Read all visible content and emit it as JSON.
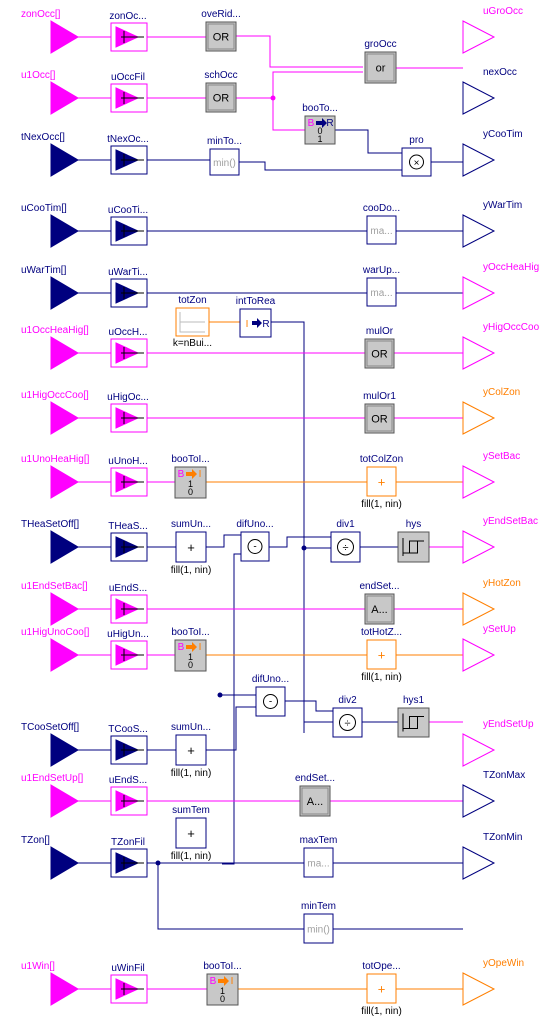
{
  "colors": {
    "boolean": "#ff00ff",
    "real": "#00007f",
    "integer": "#ff7f00",
    "block_gray": "#c8c8c8",
    "muted_text": "#a0a0a0"
  },
  "inputs": [
    {
      "label": "zonOcc[]",
      "type": "boolean"
    },
    {
      "label": "u1Occ[]",
      "type": "boolean"
    },
    {
      "label": "tNexOcc[]",
      "type": "real"
    },
    {
      "label": "uCooTim[]",
      "type": "real"
    },
    {
      "label": "uWarTim[]",
      "type": "real"
    },
    {
      "label": "u1OccHeaHig[]",
      "type": "boolean"
    },
    {
      "label": "u1HigOccCoo[]",
      "type": "boolean"
    },
    {
      "label": "u1UnoHeaHig[]",
      "type": "boolean"
    },
    {
      "label": "THeaSetOff[]",
      "type": "real"
    },
    {
      "label": "u1EndSetBac[]",
      "type": "boolean"
    },
    {
      "label": "u1HigUnoCoo[]",
      "type": "boolean"
    },
    {
      "label": "TCooSetOff[]",
      "type": "real"
    },
    {
      "label": "u1EndSetUp[]",
      "type": "boolean"
    },
    {
      "label": "TZon[]",
      "type": "real"
    },
    {
      "label": "u1Win[]",
      "type": "boolean"
    }
  ],
  "filters": [
    {
      "label": "zonOc...",
      "type": "boolean"
    },
    {
      "label": "uOccFil",
      "type": "boolean"
    },
    {
      "label": "tNexOc...",
      "type": "real"
    },
    {
      "label": "uCooTi...",
      "type": "real"
    },
    {
      "label": "uWarTi...",
      "type": "real"
    },
    {
      "label": "uOccH...",
      "type": "boolean"
    },
    {
      "label": "uHigOc...",
      "type": "boolean"
    },
    {
      "label": "uUnoH...",
      "type": "boolean"
    },
    {
      "label": "THeaS...",
      "type": "real"
    },
    {
      "label": "uEndS...",
      "type": "boolean"
    },
    {
      "label": "uHigUn...",
      "type": "boolean"
    },
    {
      "label": "TCooS...",
      "type": "real"
    },
    {
      "label": "uEndS...",
      "type": "boolean"
    },
    {
      "label": "TZonFil",
      "type": "real"
    },
    {
      "label": "uWinFil",
      "type": "boolean"
    }
  ],
  "blocks": [
    {
      "name": "oveRid...",
      "kind": "or",
      "text": "OR"
    },
    {
      "name": "schOcc",
      "kind": "or",
      "text": "OR"
    },
    {
      "name": "groOcc",
      "kind": "or",
      "text": "or"
    },
    {
      "name": "booTo...",
      "kind": "b2r",
      "text": "B",
      "text2": "R",
      "on": "0",
      "off": "1"
    },
    {
      "name": "minTo...",
      "kind": "func",
      "text": "min()"
    },
    {
      "name": "pro",
      "kind": "product",
      "text": "×"
    },
    {
      "name": "cooDo...",
      "kind": "func",
      "text": "ma..."
    },
    {
      "name": "warUp...",
      "kind": "func",
      "text": "ma..."
    },
    {
      "name": "totZon",
      "kind": "const",
      "param": "k=nBui..."
    },
    {
      "name": "intToRea",
      "kind": "i2r",
      "text": "I",
      "text2": "R"
    },
    {
      "name": "mulOr",
      "kind": "or",
      "text": "OR"
    },
    {
      "name": "mulOr1",
      "kind": "or",
      "text": "OR"
    },
    {
      "name": "booToI...",
      "kind": "b2i",
      "text": "B",
      "text2": "I",
      "on": "1",
      "off": "0"
    },
    {
      "name": "totColZon",
      "kind": "sumint",
      "text": "+",
      "param": "fill(1, nin)"
    },
    {
      "name": "sumUn...",
      "kind": "sum",
      "text": "+",
      "param": "fill(1, nin)"
    },
    {
      "name": "difUno...",
      "kind": "sub",
      "text": "-"
    },
    {
      "name": "div1",
      "kind": "div",
      "text": "÷"
    },
    {
      "name": "hys",
      "kind": "hys"
    },
    {
      "name": "endSet...",
      "kind": "and",
      "text": "A..."
    },
    {
      "name": "booToI...",
      "kind": "b2i",
      "text": "B",
      "text2": "I",
      "on": "1",
      "off": "0"
    },
    {
      "name": "totHotZ...",
      "kind": "sumint",
      "text": "+",
      "param": "fill(1, nin)"
    },
    {
      "name": "difUno...",
      "kind": "sub",
      "text": "-"
    },
    {
      "name": "div2",
      "kind": "div",
      "text": "÷"
    },
    {
      "name": "hys1",
      "kind": "hys"
    },
    {
      "name": "sumUn...",
      "kind": "sum",
      "text": "+",
      "param": "fill(1, nin)"
    },
    {
      "name": "endSet...",
      "kind": "and",
      "text": "A..."
    },
    {
      "name": "sumTem",
      "kind": "sum",
      "text": "+",
      "param": "fill(1, nin)"
    },
    {
      "name": "maxTem",
      "kind": "func",
      "text": "ma..."
    },
    {
      "name": "minTem",
      "kind": "func",
      "text": "min()"
    },
    {
      "name": "booToI...",
      "kind": "b2i",
      "text": "B",
      "text2": "I",
      "on": "1",
      "off": "0"
    },
    {
      "name": "totOpe...",
      "kind": "sumint",
      "text": "+",
      "param": "fill(1, nin)"
    }
  ],
  "outputs": [
    {
      "label": "uGroOcc",
      "type": "boolean"
    },
    {
      "label": "nexOcc",
      "type": "real"
    },
    {
      "label": "yCooTim",
      "type": "real"
    },
    {
      "label": "yWarTim",
      "type": "real"
    },
    {
      "label": "yOccHeaHig",
      "type": "boolean"
    },
    {
      "label": "yHigOccCoo",
      "type": "boolean"
    },
    {
      "label": "yColZon",
      "type": "integer"
    },
    {
      "label": "ySetBac",
      "type": "boolean"
    },
    {
      "label": "yEndSetBac",
      "type": "boolean"
    },
    {
      "label": "yHotZon",
      "type": "integer"
    },
    {
      "label": "ySetUp",
      "type": "boolean"
    },
    {
      "label": "yEndSetUp",
      "type": "boolean"
    },
    {
      "label": "TZonMax",
      "type": "real"
    },
    {
      "label": "TZonMin",
      "type": "real"
    },
    {
      "label": "yOpeWin",
      "type": "integer"
    }
  ]
}
